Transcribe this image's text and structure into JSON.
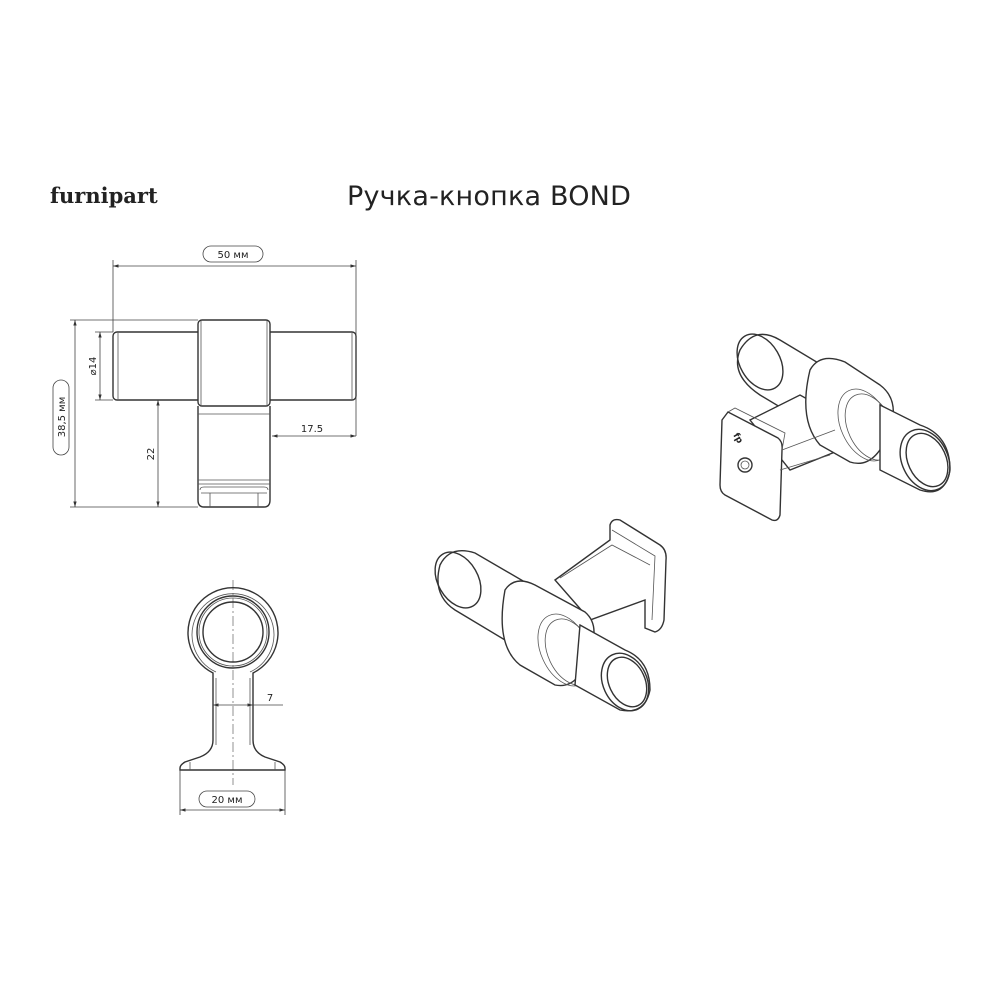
{
  "header": {
    "brand": "furnipart",
    "title": "Ручка-кнопка BOND"
  },
  "front_view": {
    "width_label": "50 мм",
    "height_label": "38,5 мм",
    "diameter_label": "⌀14",
    "stem_height_label": "22",
    "arm_length_label": "17.5"
  },
  "side_view": {
    "neck_label": "7",
    "base_width_label": "20 мм"
  },
  "iso_views": {
    "logo_mark": "fp"
  }
}
